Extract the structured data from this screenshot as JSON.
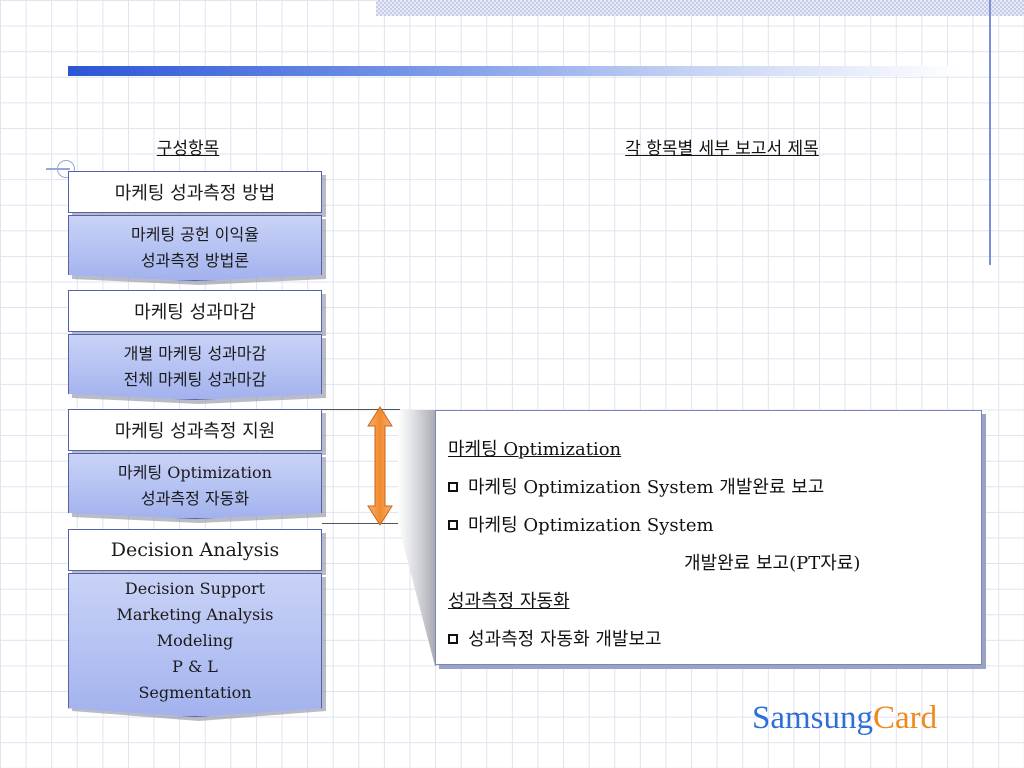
{
  "headers": {
    "left": "구성항목",
    "right": "각 항목별 세부 보고서 제목"
  },
  "sections": [
    {
      "title": "마케팅 성과측정 방법",
      "lines": [
        "마케팅 공헌 이익율",
        "성과측정 방법론"
      ]
    },
    {
      "title": "마케팅 성과마감",
      "lines": [
        "개별 마케팅 성과마감",
        "전체 마케팅 성과마감"
      ]
    },
    {
      "title": "마케팅 성과측정 지원",
      "lines": [
        "마케팅 Optimization",
        "성과측정 자동화"
      ]
    },
    {
      "title": "Decision Analysis",
      "lines": [
        "Decision Support",
        "Marketing Analysis",
        "Modeling",
        "P & L",
        "Segmentation"
      ]
    }
  ],
  "detail": {
    "heading1": "마케팅 Optimization",
    "item1": "마케팅 Optimization System 개발완료 보고",
    "item2_line1": "마케팅 Optimization System",
    "item2_line2": "개발완료 보고(PT자료)",
    "heading2": "성과측정 자동화",
    "item3": "성과측정 자동화 개발보고"
  },
  "brand": {
    "part1": "Samsung",
    "part2": "Card",
    "color1": "#2e6fd6",
    "color2": "#f08a1c"
  },
  "colors": {
    "accent_bar": "#2c55d6",
    "arrow": "#f28a2e",
    "box_fill": "#b8c4f3",
    "border": "#5563a6"
  }
}
